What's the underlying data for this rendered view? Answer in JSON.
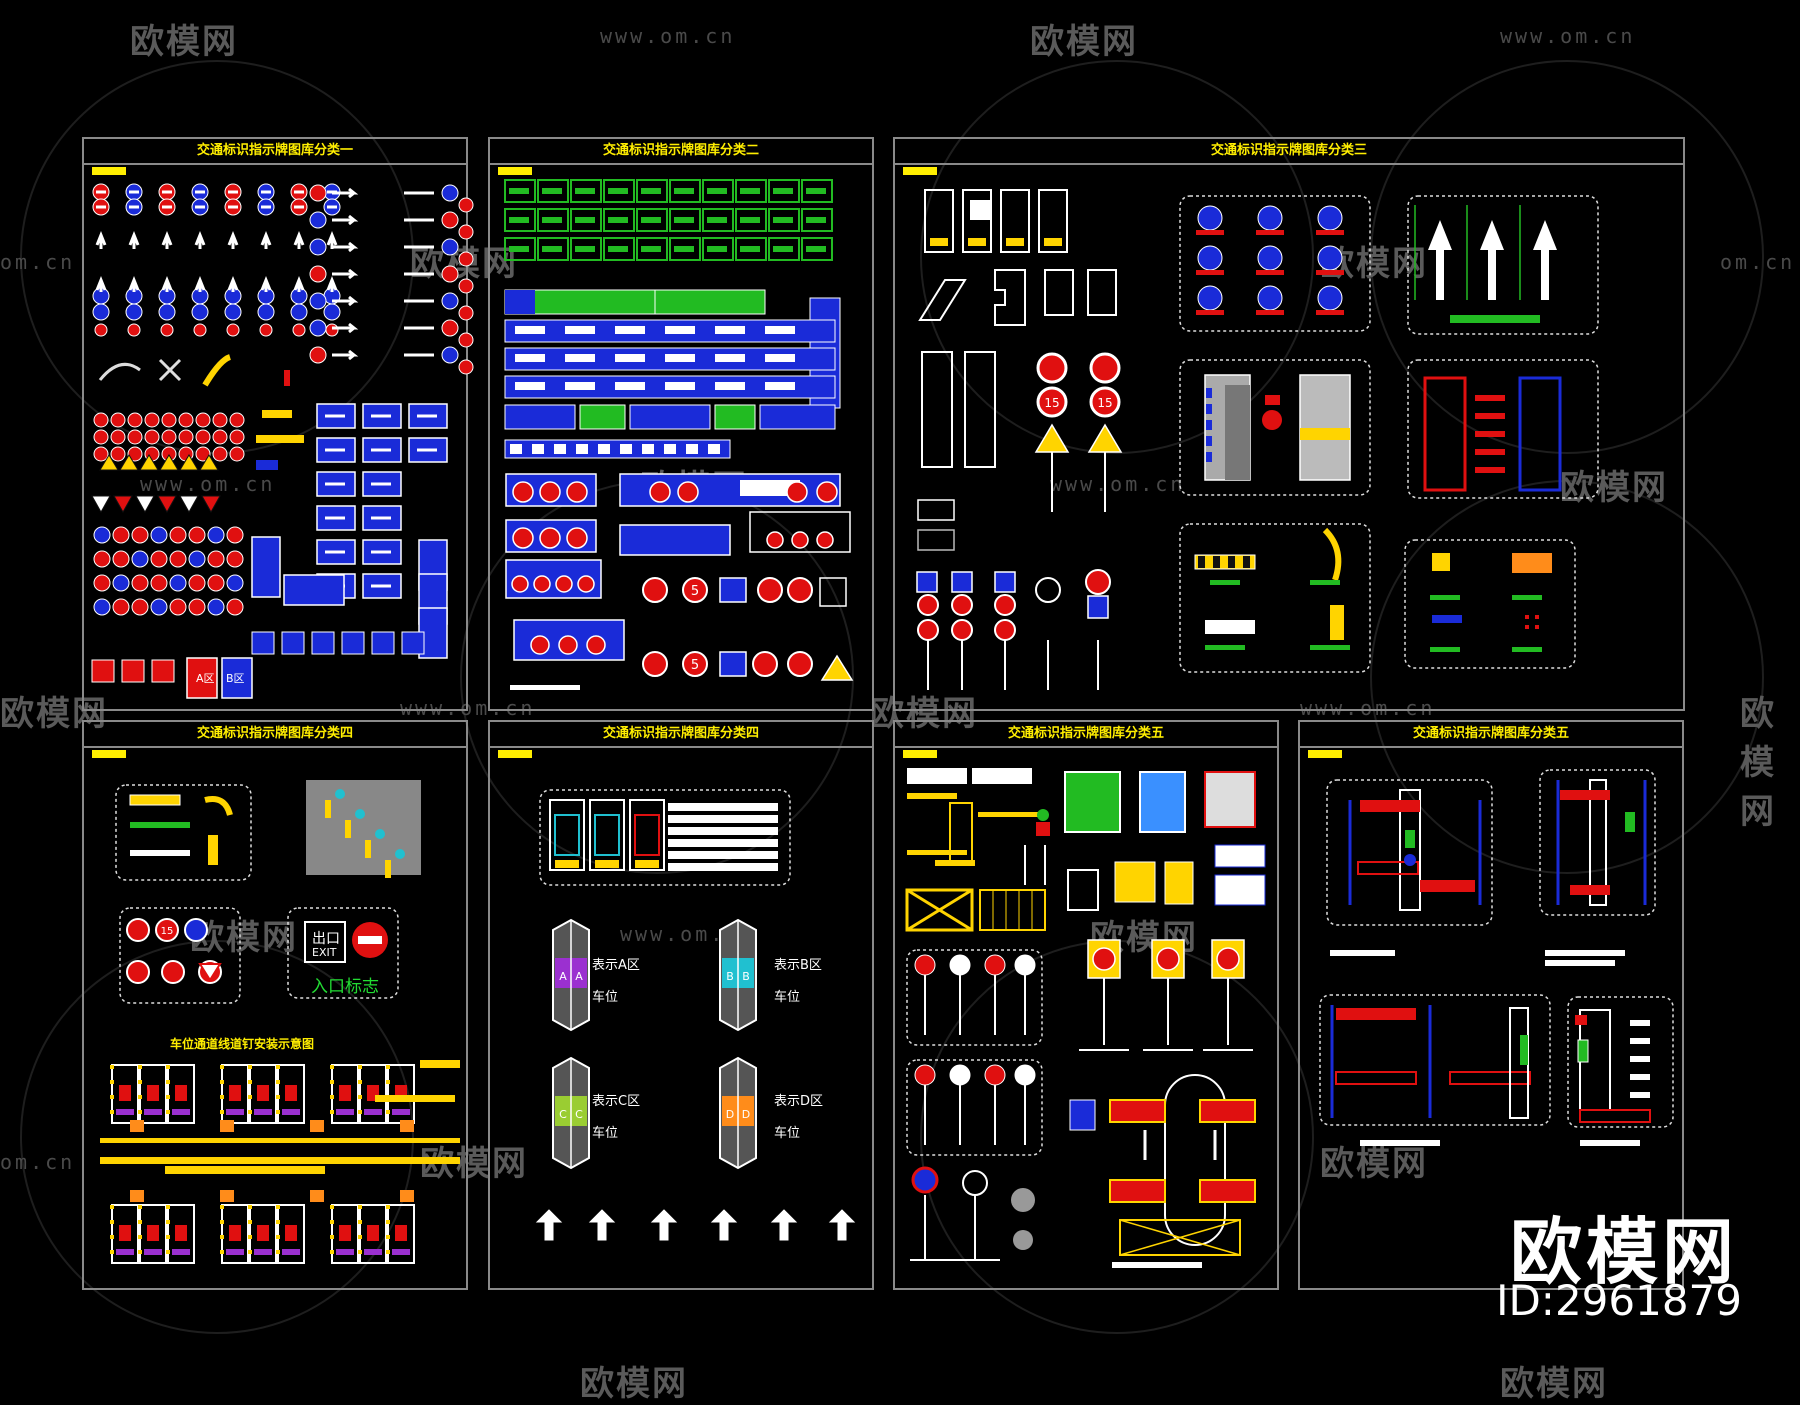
{
  "watermark": {
    "logo": "欧模网",
    "url": "www.om.cn",
    "url_short": "om.cn"
  },
  "brand": {
    "name": "欧模网",
    "id": "ID:2961879"
  },
  "sheets": [
    {
      "title": "交通标识指示牌图库分类一"
    },
    {
      "title": "交通标识指示牌图库分类二"
    },
    {
      "title": "交通标识指示牌图库分类三"
    },
    {
      "title": "交通标识指示牌图库分类四"
    },
    {
      "title": "交通标识指示牌图库分类四"
    },
    {
      "title": "交通标识指示牌图库分类五"
    },
    {
      "title": "交通标识指示牌图库分类五"
    }
  ],
  "labels": {
    "entrance_sign": "入口标志",
    "exit_top": "出口",
    "exit_bottom": "EXIT",
    "zone_a_sign": "A区",
    "zone_b_sign": "B区",
    "parking_diagram": "车位通道线道钉安装示意图",
    "zone_a": "表示A区",
    "zone_b": "表示B区",
    "zone_c": "表示C区",
    "zone_d": "表示D区",
    "spot": "车位",
    "pillar_a": "A",
    "pillar_b": "B",
    "pillar_c": "C",
    "pillar_d": "D",
    "speed_15": "15",
    "speed_5": "5"
  },
  "colors": {
    "title": "#ffee00",
    "frame": "#8a8a8a",
    "sign_red": "#e01010",
    "sign_blue": "#1a2bd8",
    "sign_green": "#22bb22",
    "sign_yellow": "#ffd400",
    "purple": "#9b30d0",
    "cyan": "#20c0d0",
    "lime": "#9acd32",
    "orange": "#ff8c1a"
  }
}
